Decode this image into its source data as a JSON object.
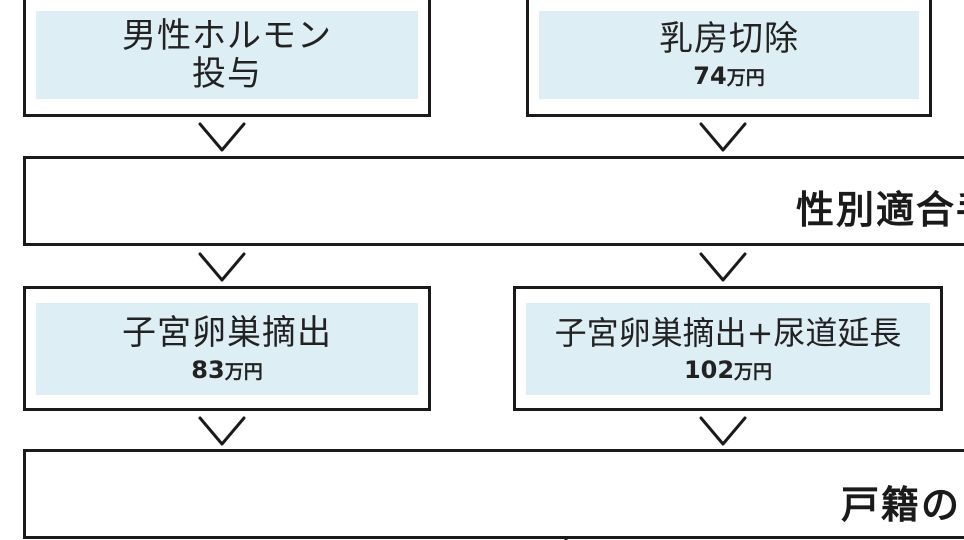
{
  "diagram": {
    "box_male_hormone": {
      "line1": "男性ホルモン",
      "line2": "投与"
    },
    "box_mastectomy": {
      "label": "乳房切除",
      "cost_value": "74",
      "cost_unit": "万円"
    },
    "band_gender_eligibility": {
      "label": "性別適合手"
    },
    "box_hysterectomy": {
      "label": "子宮卵巣摘出",
      "cost_value": "83",
      "cost_unit": "万円"
    },
    "box_hysterectomy_urethra": {
      "label": "子宮卵巣摘出+尿道延長",
      "cost_value": "102",
      "cost_unit": "万円"
    },
    "band_family_register": {
      "label": "戸籍の"
    }
  },
  "colors": {
    "box_fill": "#deeef5",
    "border": "#1a1a1a",
    "text": "#222222"
  }
}
